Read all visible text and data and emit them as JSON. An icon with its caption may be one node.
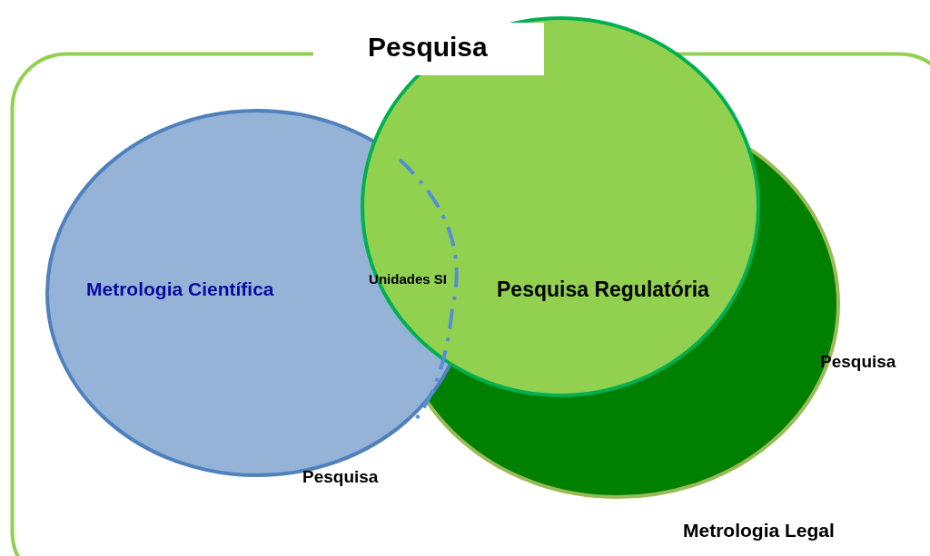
{
  "diagram": {
    "nodes": [
      {
        "text": [
          "Pesquisa",
          "Metrologia Legal"
        ]
      },
      {
        "text": [
          "Metrologia Científica"
        ],
        "in": 0,
        "beside": [
          "Pesquisa"
        ]
      },
      {
        "text": [
          "Pesquisa"
        ],
        "in": 0
      },
      {
        "text": [
          "Pesquisa Regulatória"
        ]
      }
    ],
    "labels": [
      "Unidades SI"
    ]
  }
}
